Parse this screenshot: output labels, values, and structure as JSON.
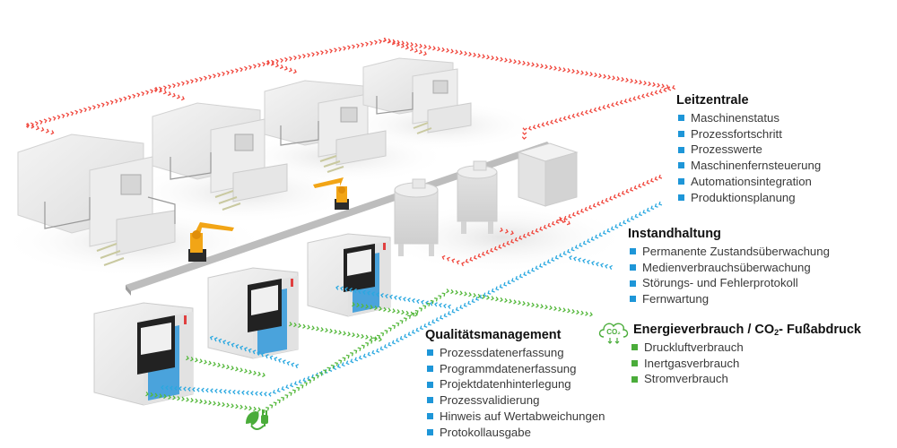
{
  "colors": {
    "leitzentrale_line": "#f0463c",
    "instandhaltung_line": "#2aa8e0",
    "energie_line": "#55b83c",
    "bullet_blue": "#1e96d8",
    "bullet_green": "#4aac3a",
    "machine_accent": "#4aa3dc",
    "robot": "#f2a516"
  },
  "panels": {
    "leitzentrale": {
      "title": "Leitzentrale",
      "bullet_color": "blue",
      "items": [
        "Maschinenstatus",
        "Prozessfortschritt",
        "Prozesswerte",
        "Maschinenfernsteuerung",
        "Automationsintegration",
        "Produktionsplanung"
      ]
    },
    "instandhaltung": {
      "title": "Instandhaltung",
      "bullet_color": "blue",
      "items": [
        "Permanente Zustandsüberwachung",
        "Medienverbrauchsüberwachung",
        "Störungs- und Fehlerprotokoll",
        "Fernwartung"
      ]
    },
    "qualitaet": {
      "title": "Qualitätsmanagement",
      "bullet_color": "blue",
      "items": [
        "Prozessdatenerfassung",
        "Programmdatenerfassung",
        "Projektdatenhinterlegung",
        "Prozessvalidierung",
        "Hinweis auf Wertabweichungen",
        "Protokollausgabe"
      ]
    },
    "energie": {
      "title_prefix": "Energieverbrauch / CO",
      "title_sub": "2",
      "title_suffix": "- Fußabdruck",
      "bullet_color": "green",
      "items": [
        "Druckluftverbrauch",
        "Inertgasverbrauch",
        "Stromverbrauch"
      ]
    }
  },
  "icons": {
    "co2_label": "CO₂",
    "eco_plug": "leaf-plug-icon",
    "co2_cloud": "co2-cloud-icon"
  }
}
